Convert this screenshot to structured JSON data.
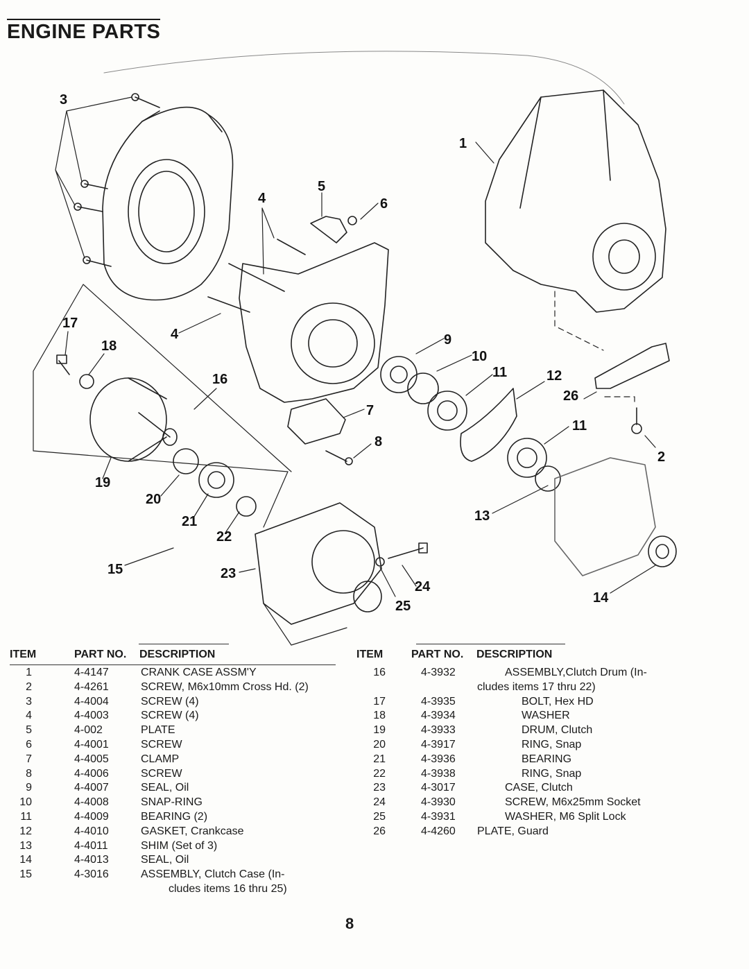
{
  "page": {
    "title": "ENGINE PARTS",
    "page_number": "8"
  },
  "diagram": {
    "callouts": [
      "1",
      "2",
      "3",
      "4",
      "4",
      "5",
      "6",
      "7",
      "8",
      "9",
      "10",
      "11",
      "11",
      "12",
      "13",
      "14",
      "15",
      "16",
      "17",
      "18",
      "19",
      "20",
      "21",
      "22",
      "23",
      "24",
      "25",
      "26"
    ]
  },
  "table_left": {
    "headers": {
      "item": "ITEM",
      "part_no": "PART NO.",
      "description": "DESCRIPTION"
    },
    "rows": [
      {
        "item": "1",
        "part_no": "4-4147",
        "description": "CRANK CASE ASSM'Y"
      },
      {
        "item": "2",
        "part_no": "4-4261",
        "description": "SCREW, M6x10mm Cross Hd. (2)"
      },
      {
        "item": "3",
        "part_no": "4-4004",
        "description": "SCREW (4)"
      },
      {
        "item": "4",
        "part_no": "4-4003",
        "description": "SCREW (4)"
      },
      {
        "item": "5",
        "part_no": "4-002",
        "description": "PLATE"
      },
      {
        "item": "6",
        "part_no": "4-4001",
        "description": "SCREW"
      },
      {
        "item": "7",
        "part_no": "4-4005",
        "description": "CLAMP"
      },
      {
        "item": "8",
        "part_no": "4-4006",
        "description": "SCREW"
      },
      {
        "item": "9",
        "part_no": "4-4007",
        "description": "SEAL, Oil"
      },
      {
        "item": "10",
        "part_no": "4-4008",
        "description": "SNAP-RING"
      },
      {
        "item": "11",
        "part_no": "4-4009",
        "description": "BEARING (2)"
      },
      {
        "item": "12",
        "part_no": "4-4010",
        "description": "GASKET, Crankcase"
      },
      {
        "item": "13",
        "part_no": "4-4011",
        "description": "SHIM (Set of 3)"
      },
      {
        "item": "14",
        "part_no": "4-4013",
        "description": "SEAL, Oil"
      },
      {
        "item": "15",
        "part_no": "4-3016",
        "description": "ASSEMBLY, Clutch Case (In-"
      },
      {
        "item": "",
        "part_no": "",
        "description": "cludes items 16 thru 25)"
      }
    ]
  },
  "table_right": {
    "headers": {
      "item": "ITEM",
      "part_no": "PART NO.",
      "description": "DESCRIPTION"
    },
    "rows": [
      {
        "item": "16",
        "part_no": "4-3932",
        "description": "ASSEMBLY,Clutch Drum (In-"
      },
      {
        "item": "",
        "part_no": "",
        "description": "cludes items 17 thru 22)"
      },
      {
        "item": "17",
        "part_no": "4-3935",
        "description": "BOLT, Hex HD"
      },
      {
        "item": "18",
        "part_no": "4-3934",
        "description": "WASHER"
      },
      {
        "item": "19",
        "part_no": "4-3933",
        "description": "DRUM, Clutch"
      },
      {
        "item": "20",
        "part_no": "4-3917",
        "description": "RING, Snap"
      },
      {
        "item": "21",
        "part_no": "4-3936",
        "description": "BEARING"
      },
      {
        "item": "22",
        "part_no": "4-3938",
        "description": "RING, Snap"
      },
      {
        "item": "23",
        "part_no": "4-3017",
        "description": "CASE, Clutch"
      },
      {
        "item": "24",
        "part_no": "4-3930",
        "description": "SCREW, M6x25mm Socket"
      },
      {
        "item": "25",
        "part_no": "4-3931",
        "description": "WASHER, M6 Split Lock"
      },
      {
        "item": "26",
        "part_no": "4-4260",
        "description": "PLATE, Guard"
      }
    ]
  }
}
